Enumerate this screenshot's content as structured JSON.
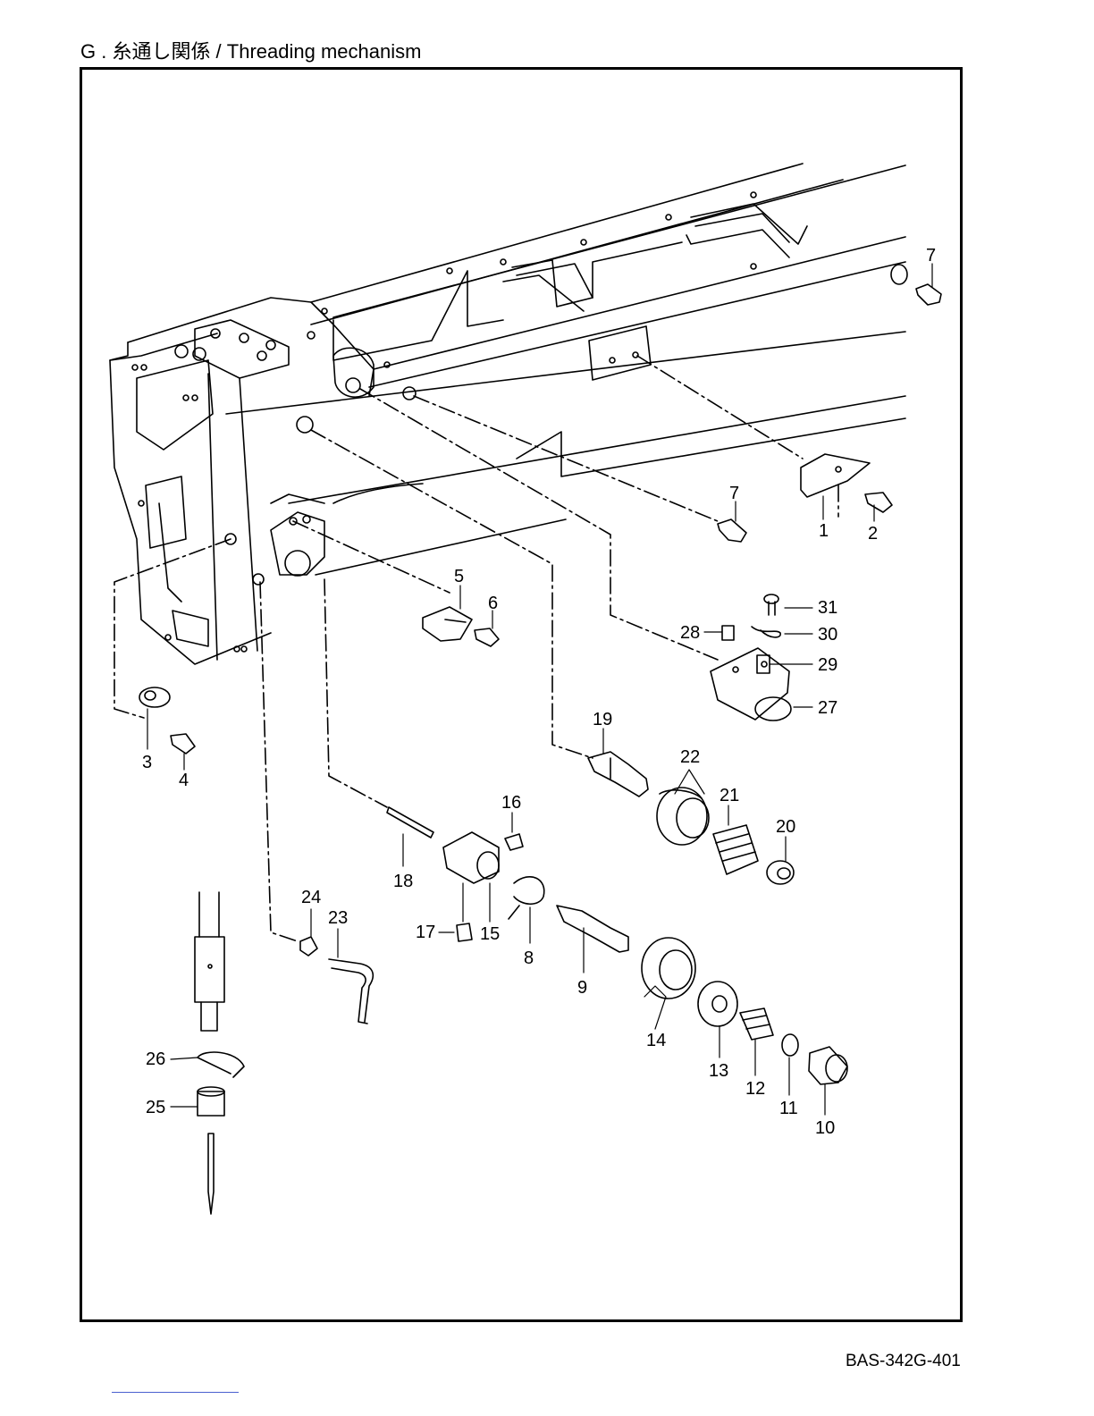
{
  "header": {
    "title": "G . 糸通し関係 / Threading mechanism"
  },
  "diagram": {
    "part_numbers": [
      "7",
      "7",
      "1",
      "2",
      "5",
      "6",
      "31",
      "28",
      "30",
      "29",
      "27",
      "3",
      "4",
      "19",
      "22",
      "21",
      "20",
      "16",
      "18",
      "24",
      "23",
      "17",
      "15",
      "8",
      "9",
      "14",
      "13",
      "12",
      "11",
      "10",
      "26",
      "25"
    ]
  },
  "footer": {
    "code": "BAS-342G-401"
  },
  "colors": {
    "ink": "#000000",
    "link": "#4a5fd0"
  }
}
